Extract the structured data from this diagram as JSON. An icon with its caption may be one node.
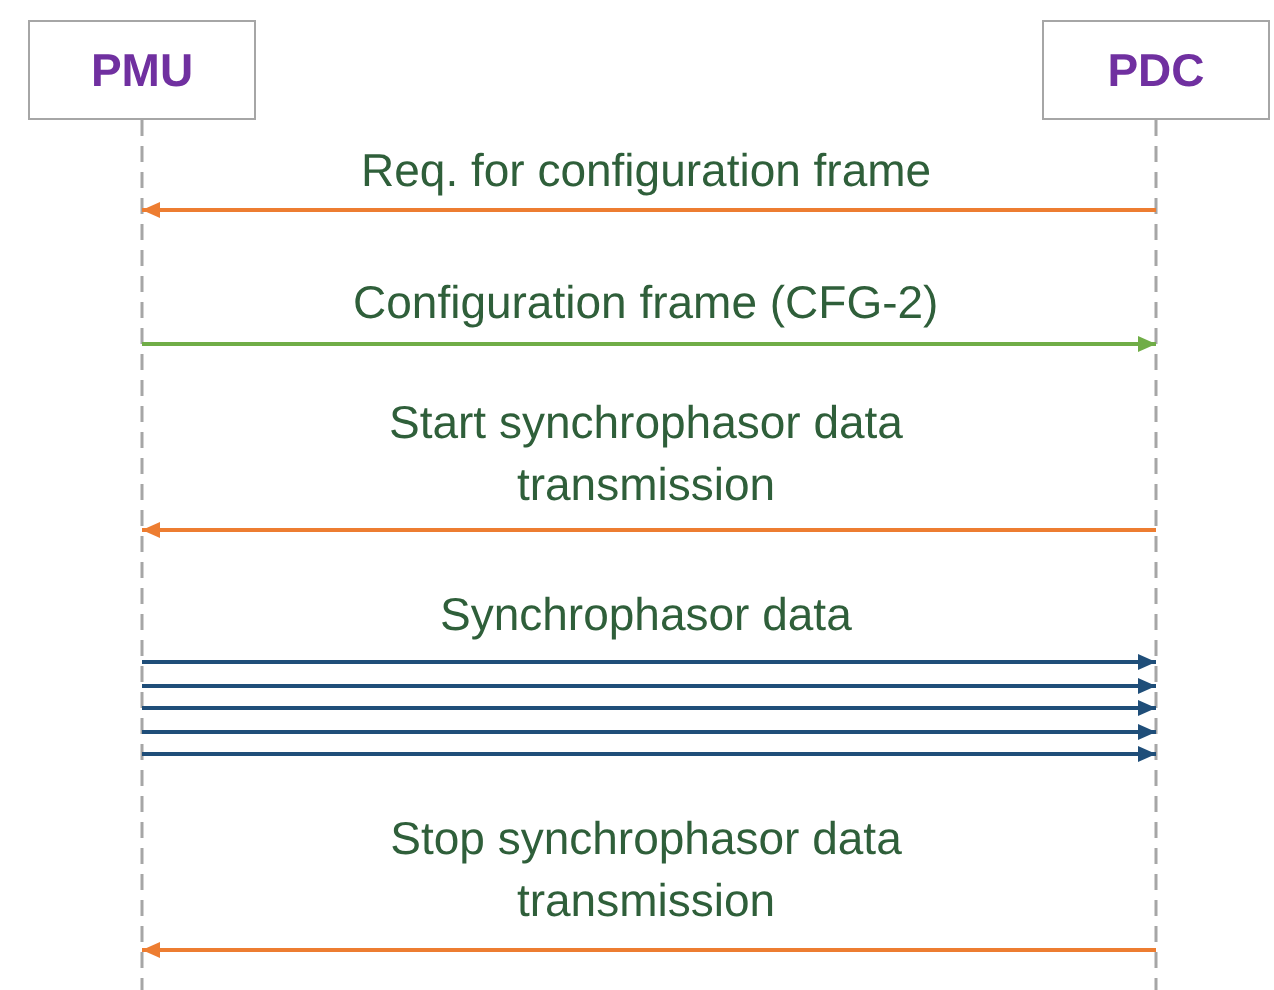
{
  "diagram": {
    "nodes": [
      {
        "text": [
          "PMU"
        ]
      },
      {
        "text": [
          "PDC"
        ]
      }
    ],
    "edges": [
      {
        "from": 1,
        "to": 0,
        "arrow": "to",
        "label": "Req. for configuration frame",
        "color": "#ed7d31"
      },
      {
        "from": 0,
        "to": 1,
        "arrow": "to",
        "label": "Configuration frame (CFG-2)",
        "color": "#70ad47"
      },
      {
        "from": 1,
        "to": 0,
        "arrow": "to",
        "label": "Start synchrophasor data transmission",
        "color": "#ed7d31"
      },
      {
        "from": 0,
        "to": 1,
        "arrow": "to",
        "label": "Synchrophasor data",
        "color": "#1f4e79"
      },
      {
        "from": 0,
        "to": 1,
        "arrow": "to",
        "color": "#1f4e79"
      },
      {
        "from": 0,
        "to": 1,
        "arrow": "to",
        "color": "#1f4e79"
      },
      {
        "from": 0,
        "to": 1,
        "arrow": "to",
        "color": "#1f4e79"
      },
      {
        "from": 0,
        "to": 1,
        "arrow": "to",
        "color": "#1f4e79"
      },
      {
        "from": 1,
        "to": 0,
        "arrow": "to",
        "label": "Stop synchrophasor data transmission",
        "color": "#ed7d31"
      }
    ]
  }
}
